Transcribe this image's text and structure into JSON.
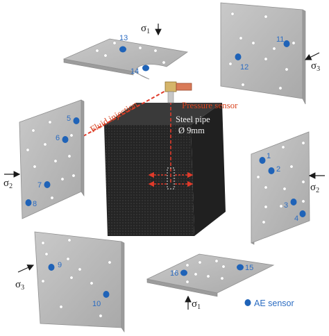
{
  "labels": {
    "fluid_injection": "Fluid injection",
    "pressure_sensor": "Pressure sensor",
    "steel_pipe": "Steel pipe",
    "pipe_diameter": "Ø 9mm",
    "legend": "AE sensor"
  },
  "stress": {
    "symbol": "σ",
    "top": "1",
    "bottom": "1",
    "left": "2",
    "right": "2",
    "upper_right": "3",
    "lower_left": "3"
  },
  "sensors": [
    "1",
    "2",
    "3",
    "4",
    "5",
    "6",
    "7",
    "8",
    "9",
    "10",
    "11",
    "12",
    "13",
    "14",
    "15",
    "16"
  ],
  "colors": {
    "sensor": "#1f63b8",
    "sensor_label": "#2b6cc2",
    "injection": "#d8431f",
    "plate": "#b9b9b9",
    "block": "#2a2a2a"
  }
}
